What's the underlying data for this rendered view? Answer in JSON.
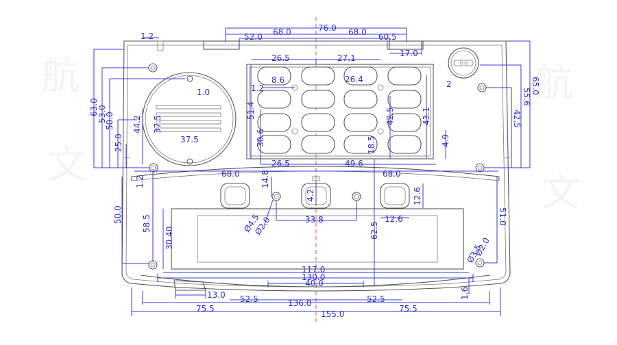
{
  "watermark": [
    "航",
    "文",
    "航",
    "文"
  ],
  "dims_top": [
    "1.2",
    "52.0",
    "68.0",
    "76.0",
    "68.0",
    "60.5",
    "17.0"
  ],
  "dims_left": [
    "63.0",
    "53.0",
    "50.0",
    "44.2",
    "37.5",
    "25.0",
    "1.2",
    "50.0",
    "58.5",
    "30.40"
  ],
  "dims_right": [
    "65.0",
    "55.6",
    "42.5",
    "51.0"
  ],
  "dims_keypad": [
    "26.5",
    "27.1",
    "8.6",
    "1.2",
    "26.4",
    "2",
    "51.4",
    "30.6",
    "42.5",
    "43.1",
    "18.5",
    "4.9",
    "26.5",
    "49.6",
    "1.0",
    "37.5"
  ],
  "dims_mid": [
    "68.0",
    "68.0",
    "14.8",
    "4.2",
    "12.6",
    "12.6",
    "33.8",
    "62.5",
    "Ø4.5",
    "Ø2.0",
    "Ø3.5",
    "Ø2.0"
  ],
  "dims_bottom": [
    "117.0",
    "130.0",
    "40.0",
    "13.0",
    "52.5",
    "136.0",
    "52.5",
    "1.6",
    "75.5",
    "75.5",
    "155.0"
  ]
}
